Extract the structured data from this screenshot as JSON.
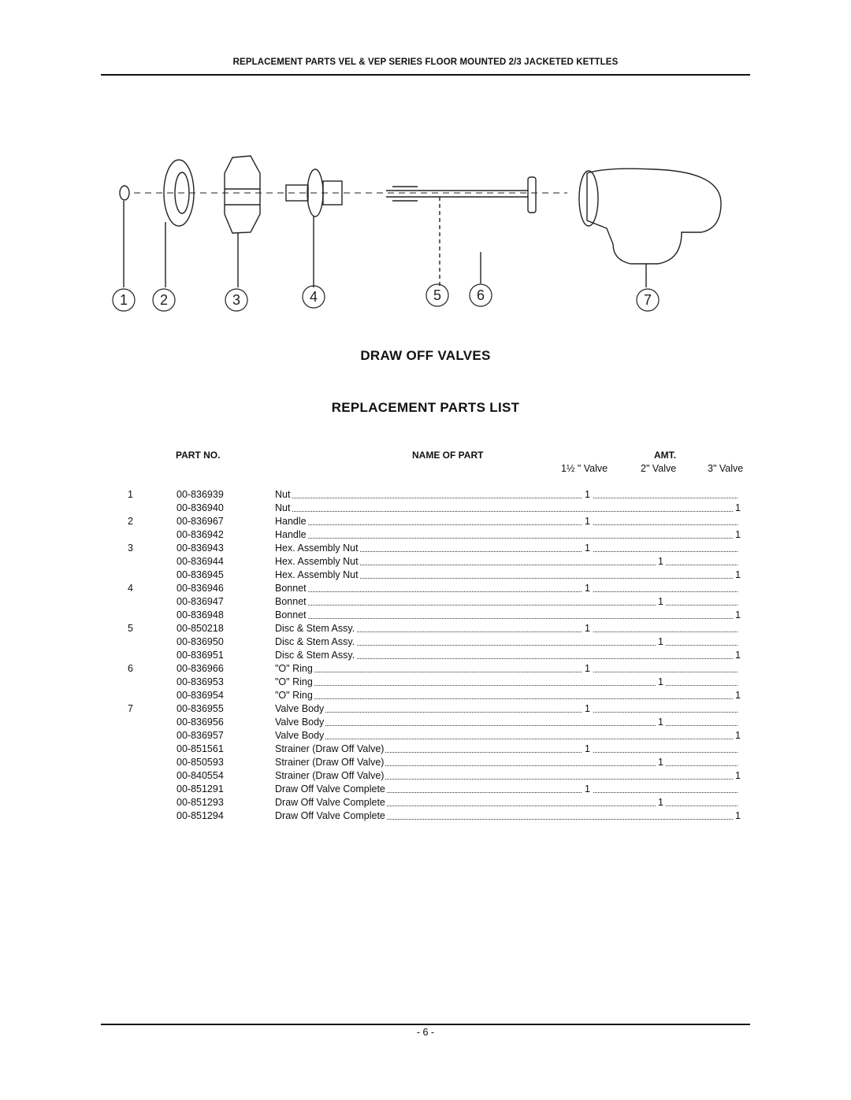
{
  "header": {
    "title": "REPLACEMENT PARTS VEL & VEP SERIES FLOOR MOUNTED 2/3 JACKETED KETTLES"
  },
  "diagram": {
    "callouts": [
      "1",
      "2",
      "3",
      "4",
      "5",
      "6",
      "7"
    ]
  },
  "titles": {
    "main": "DRAW OFF VALVES",
    "sub": "REPLACEMENT PARTS LIST"
  },
  "table": {
    "col_part_no": "PART NO.",
    "col_name": "NAME OF PART",
    "col_amt": "AMT.",
    "sizes": [
      "1½ \" Valve",
      "2\" Valve",
      "3\" Valve"
    ],
    "rows": [
      {
        "item": "1",
        "part": "00-836939",
        "name": "Nut",
        "col": 0,
        "amt": "1"
      },
      {
        "item": "",
        "part": "00-836940",
        "name": "Nut",
        "col": 2,
        "amt": "1"
      },
      {
        "item": "2",
        "part": "00-836967",
        "name": "Handle",
        "col": 0,
        "amt": "1"
      },
      {
        "item": "",
        "part": "00-836942",
        "name": "Handle",
        "col": 2,
        "amt": "1"
      },
      {
        "item": "3",
        "part": "00-836943",
        "name": "Hex. Assembly Nut",
        "col": 0,
        "amt": "1"
      },
      {
        "item": "",
        "part": "00-836944",
        "name": "Hex. Assembly Nut",
        "col": 1,
        "amt": "1"
      },
      {
        "item": "",
        "part": "00-836945",
        "name": "Hex. Assembly Nut",
        "col": 2,
        "amt": "1"
      },
      {
        "item": "4",
        "part": "00-836946",
        "name": "Bonnet",
        "col": 0,
        "amt": "1"
      },
      {
        "item": "",
        "part": "00-836947",
        "name": "Bonnet",
        "col": 1,
        "amt": "1"
      },
      {
        "item": "",
        "part": "00-836948",
        "name": "Bonnet",
        "col": 2,
        "amt": "1"
      },
      {
        "item": "5",
        "part": "00-850218",
        "name": "Disc & Stem Assy.",
        "col": 0,
        "amt": "1"
      },
      {
        "item": "",
        "part": "00-836950",
        "name": "Disc & Stem Assy.",
        "col": 1,
        "amt": "1"
      },
      {
        "item": "",
        "part": "00-836951",
        "name": "Disc & Stem Assy.",
        "col": 2,
        "amt": "1"
      },
      {
        "item": "6",
        "part": "00-836966",
        "name": "\"O\" Ring",
        "col": 0,
        "amt": "1"
      },
      {
        "item": "",
        "part": "00-836953",
        "name": "\"O\" Ring",
        "col": 1,
        "amt": "1"
      },
      {
        "item": "",
        "part": "00-836954",
        "name": "\"O\" Ring",
        "col": 2,
        "amt": "1"
      },
      {
        "item": "7",
        "part": "00-836955",
        "name": "Valve Body",
        "col": 0,
        "amt": "1"
      },
      {
        "item": "",
        "part": "00-836956",
        "name": "Valve Body",
        "col": 1,
        "amt": "1"
      },
      {
        "item": "",
        "part": "00-836957",
        "name": "Valve Body",
        "col": 2,
        "amt": "1"
      },
      {
        "item": "",
        "part": "00-851561",
        "name": "Strainer (Draw Off Valve)",
        "col": 0,
        "amt": "1"
      },
      {
        "item": "",
        "part": "00-850593",
        "name": "Strainer (Draw Off Valve)",
        "col": 1,
        "amt": "1"
      },
      {
        "item": "",
        "part": "00-840554",
        "name": "Strainer (Draw Off Valve)",
        "col": 2,
        "amt": "1"
      },
      {
        "item": "",
        "part": "00-851291",
        "name": "Draw Off Valve Complete",
        "col": 0,
        "amt": "1"
      },
      {
        "item": "",
        "part": "00-851293",
        "name": "Draw Off Valve Complete",
        "col": 1,
        "amt": "1"
      },
      {
        "item": "",
        "part": "00-851294",
        "name": "Draw Off Valve Complete",
        "col": 2,
        "amt": "1"
      }
    ]
  },
  "footer": {
    "page": "- 6 -"
  }
}
